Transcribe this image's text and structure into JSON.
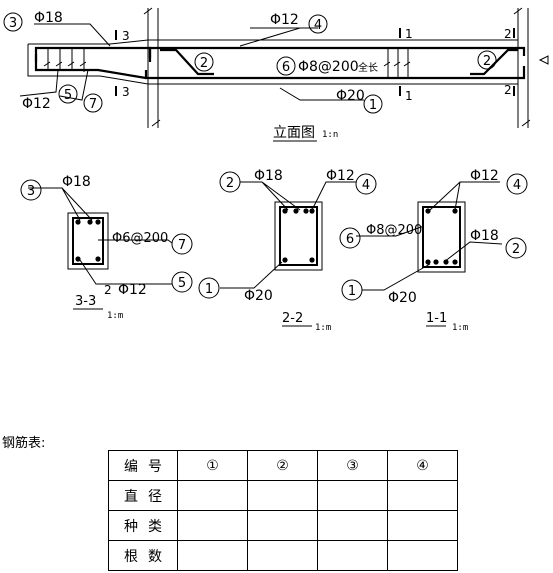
{
  "elevation": {
    "title": "立面图",
    "scale": "1:n",
    "labels": {
      "bar3_phi": "Φ18",
      "bar4_phi": "Φ12",
      "bar6_phi": "Φ8@200",
      "bar6_note": "全长",
      "bar1_phi": "Φ20",
      "bar5_phi": "Φ12",
      "sec3": "3",
      "sec1": "1",
      "sec2": "2"
    },
    "circles": {
      "c1": "1",
      "c2": "2",
      "c3": "3",
      "c4": "4",
      "c5": "5",
      "c6": "6",
      "c7": "7"
    }
  },
  "sections": [
    {
      "title": "3-3",
      "scale": "1:m",
      "labels": {
        "top": "Φ18",
        "stirrup": "Φ6@200",
        "bottom_num": "2",
        "bottom": "Φ12"
      },
      "circles": {
        "a": "3",
        "b": "7",
        "c": "5"
      }
    },
    {
      "title": "2-2",
      "scale": "1:m",
      "labels": {
        "top_left": "Φ18",
        "top_right": "Φ12",
        "bottom": "Φ20"
      },
      "circles": {
        "a": "2",
        "b": "4",
        "c": "1"
      }
    },
    {
      "title": "1-1",
      "scale": "1:m",
      "labels": {
        "top": "Φ12",
        "stirrup": "Φ8@200",
        "mid": "Φ18",
        "bottom": "Φ20"
      },
      "circles": {
        "a": "4",
        "b": "6",
        "c": "2",
        "d": "1"
      }
    }
  ],
  "table": {
    "caption": "钢筋表:",
    "header_label": "编号",
    "columns": [
      "①",
      "②",
      "③",
      "④"
    ],
    "rows": [
      {
        "label": "直径",
        "cells": [
          "",
          "",
          "",
          ""
        ]
      },
      {
        "label": "种类",
        "cells": [
          "",
          "",
          "",
          ""
        ]
      },
      {
        "label": "根数",
        "cells": [
          "",
          "",
          "",
          ""
        ]
      }
    ]
  }
}
